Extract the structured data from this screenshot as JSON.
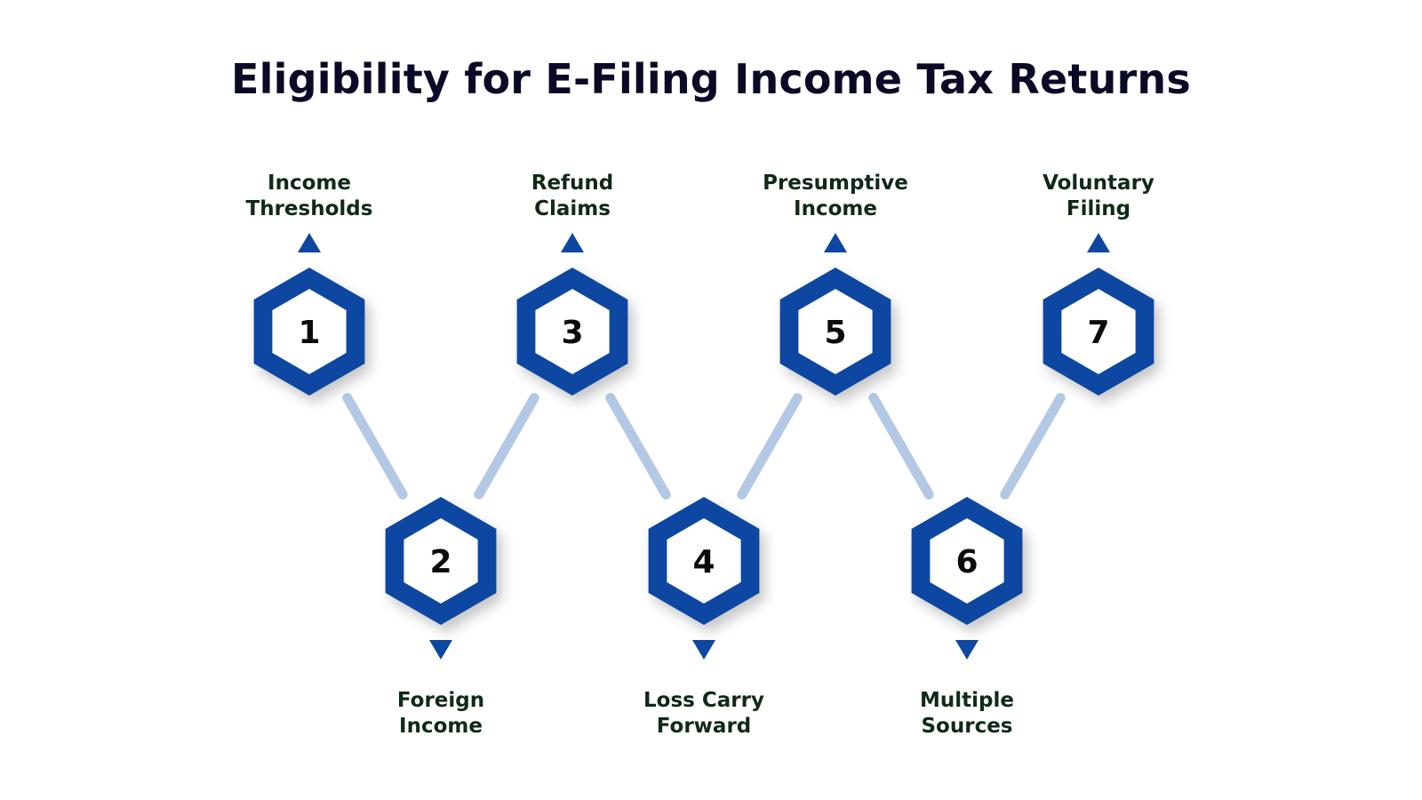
{
  "title": "Eligibility for E-Filing Income Tax Returns",
  "colors": {
    "hex_fill": "#0d47a1",
    "hex_inner": "#ffffff",
    "connector": "#b3c8e4",
    "arrow": "#0d47a1",
    "number_text": "#0b0b0b",
    "label_text": "#0f2a17",
    "title_text": "#0b0a26"
  },
  "steps": [
    {
      "number": "1",
      "row": "top",
      "label_line1": "Income",
      "label_line2": "Thresholds"
    },
    {
      "number": "2",
      "row": "bottom",
      "label_line1": "Foreign",
      "label_line2": "Income"
    },
    {
      "number": "3",
      "row": "top",
      "label_line1": "Refund",
      "label_line2": "Claims"
    },
    {
      "number": "4",
      "row": "bottom",
      "label_line1": "Loss Carry",
      "label_line2": "Forward"
    },
    {
      "number": "5",
      "row": "top",
      "label_line1": "Presumptive",
      "label_line2": "Income"
    },
    {
      "number": "6",
      "row": "bottom",
      "label_line1": "Multiple",
      "label_line2": "Sources"
    },
    {
      "number": "7",
      "row": "top",
      "label_line1": "Voluntary",
      "label_line2": "Filing"
    }
  ]
}
